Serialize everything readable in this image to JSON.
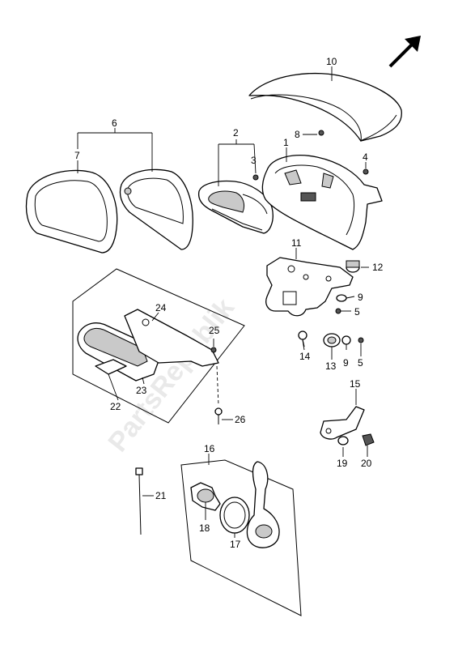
{
  "watermark": "PartsRepublik",
  "callouts": [
    "1",
    "2",
    "3",
    "4",
    "5",
    "5",
    "6",
    "7",
    "8",
    "9",
    "9",
    "10",
    "11",
    "12",
    "13",
    "14",
    "15",
    "16",
    "17",
    "18",
    "19",
    "20",
    "21",
    "22",
    "23",
    "24",
    "25",
    "26"
  ],
  "direction_icon": "arrow-up-right-icon"
}
